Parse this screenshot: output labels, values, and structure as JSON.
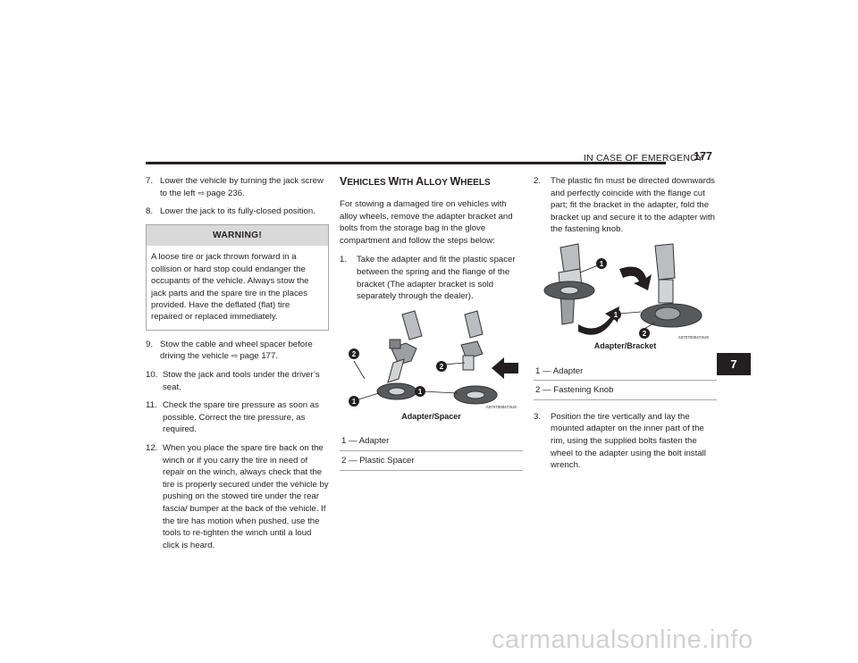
{
  "header": {
    "title": "IN CASE OF EMERGENCY",
    "page_number": "177"
  },
  "left_column": {
    "steps_a": [
      {
        "num": "7.",
        "text": "Lower the vehicle by turning the jack screw to the left",
        "ref": "page 236."
      },
      {
        "num": "8.",
        "text": "Lower the jack to its fully-closed position."
      }
    ],
    "warning": {
      "title": "WARNING!",
      "body": "A loose tire or jack thrown forward in a collision or hard stop could endanger the occupants of the vehicle. Always stow the jack parts and the spare tire in the places provided. Have the deflated (flat) tire repaired or replaced immediately."
    },
    "steps_b": [
      {
        "num": "9.",
        "text": "Stow the cable and wheel spacer before driving the vehicle",
        "ref": "page 177."
      },
      {
        "num": "10.",
        "text": "Stow the jack and tools under the driver’s seat."
      },
      {
        "num": "11.",
        "text": "Check the spare tire pressure as soon as possible. Correct the tire pressure, as required."
      },
      {
        "num": "12.",
        "text": "When you place the spare tire back on the winch or if you carry the tire in need of repair on the winch, always check that the tire is properly secured under the vehicle by pushing on the stowed tire under the rear fascia/ bumper at the back of the vehicle. If the tire has motion when pushed, use the tools to re-tighten the winch until a loud click is heard."
      }
    ]
  },
  "middle_column": {
    "heading_parts": [
      "V",
      "EHICLES ",
      "W",
      "ITH ",
      "A",
      "LLOY ",
      "W",
      "HEELS"
    ],
    "intro": "For stowing a damaged tire on vehicles with alloy wheels, remove the adapter bracket and bolts from the storage bag in the glove compartment and follow the steps below:",
    "step1": {
      "num": "1.",
      "text": "Take the adapter and fit the plastic spacer between the spring and the flange of the bracket (The adapter bracket is sold separately through the dealer)."
    },
    "figure": {
      "code": "A0707000473US",
      "caption": "Adapter/Spacer",
      "callout_1": "1",
      "callout_2": "2"
    },
    "legend": [
      "1 — Adapter",
      "2 — Plastic Spacer"
    ]
  },
  "right_column": {
    "step2": {
      "num": "2.",
      "text": "The plastic fin must be directed downwards and perfectly coincide with the flange cut part; fit the bracket in the adapter, fold the bracket up and secure it to the adapter with the fastening knob."
    },
    "figure": {
      "code": "A0707000474US",
      "caption": "Adapter/Bracket",
      "callout_1": "1",
      "callout_2": "2"
    },
    "legend": [
      "1 — Adapter",
      "2 — Fastening Knob"
    ],
    "step3": {
      "num": "3.",
      "text": "Position the tire vertically and lay the mounted adapter on the inner part of the rim, using the supplied bolts fasten the wheel to the adapter using the bolt install wrench."
    }
  },
  "chapter_tab": "7",
  "watermark": "carmanualsonline.info",
  "colors": {
    "text": "#231f20",
    "warning_header": "#d9d9d9",
    "rule": "#a7a9ac"
  }
}
